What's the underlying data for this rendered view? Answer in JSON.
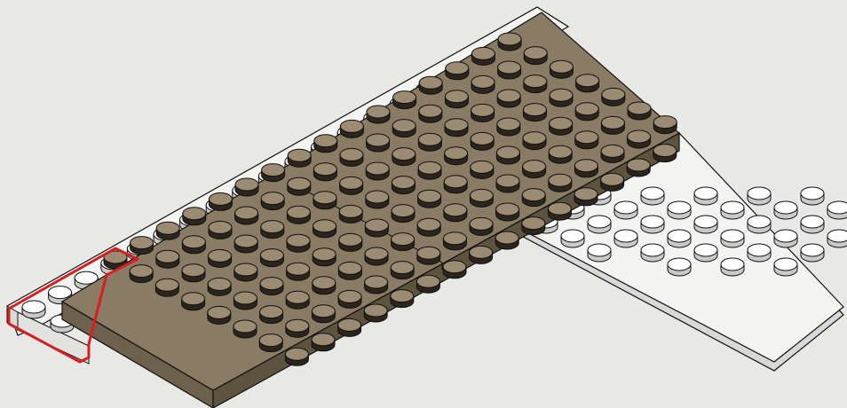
{
  "figure": {
    "alt": "",
    "colors": {
      "background": "#e8e8e7",
      "white_plate_top": "#f4f4f3",
      "white_plate_side": "#d9d9d8",
      "white_stud_top": "#ffffff",
      "white_stud_side": "#c9c9c8",
      "tan_plate_top": "#8a7b64",
      "tan_plate_side": "#6d604c",
      "tan_stud_top": "#9a8b72",
      "tan_stud_side": "#2b251d",
      "outline": "#111111",
      "highlight": "#d81e1e"
    },
    "parts": [
      {
        "name": "white-edge-plate",
        "color": "white"
      },
      {
        "name": "white-wedge-plate",
        "color": "white"
      },
      {
        "name": "dark-tan-plate-top-left",
        "color": "dark tan"
      },
      {
        "name": "dark-tan-plate-top-right",
        "color": "dark tan"
      },
      {
        "name": "dark-tan-plate-bottom-left",
        "color": "dark tan"
      },
      {
        "name": "dark-tan-plate-bottom-right",
        "color": "dark tan"
      }
    ],
    "highlight": {
      "part": "white-edge-plate",
      "studs": "2 x 3",
      "color": "red outline"
    }
  }
}
